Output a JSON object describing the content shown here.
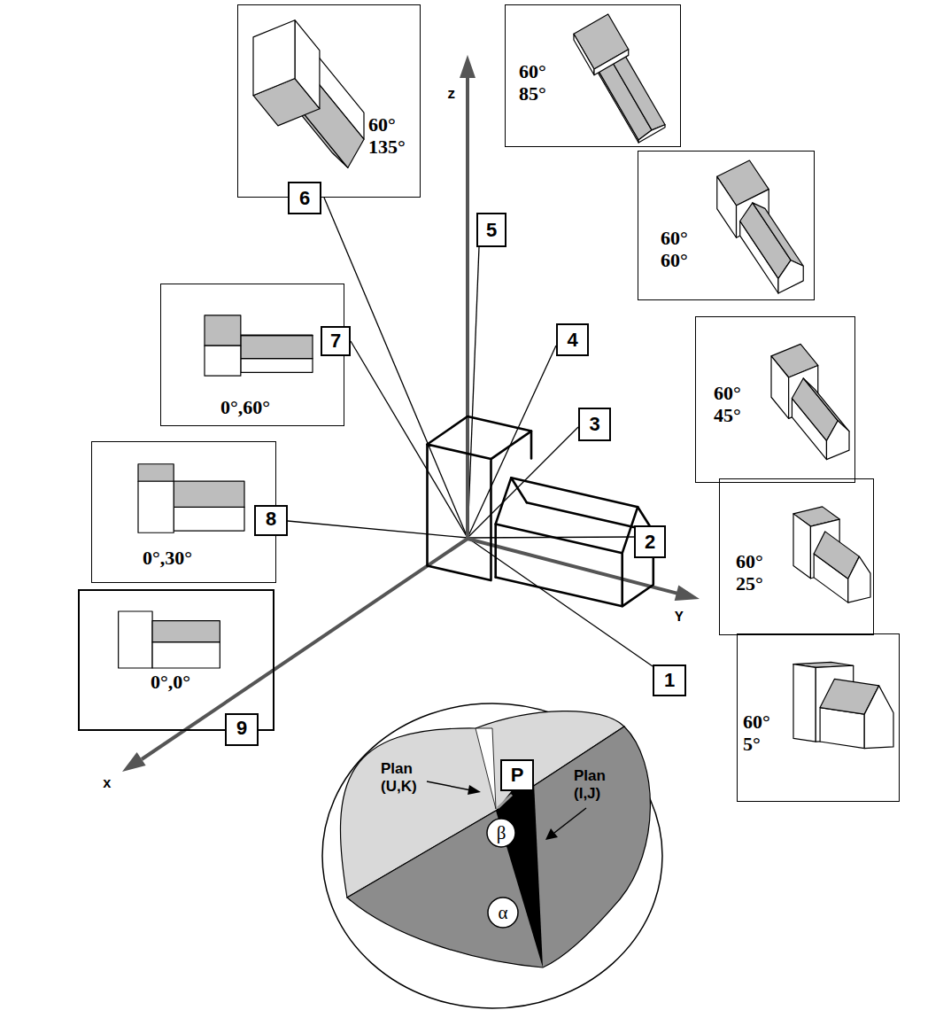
{
  "diagram": {
    "nodes": [
      {
        "text": [
          "60° 135°"
        ]
      },
      {
        "text": [
          "6"
        ]
      },
      {
        "text": [
          "60° 85°"
        ]
      },
      {
        "text": [
          "5"
        ]
      },
      {
        "text": [
          "60° 60°"
        ]
      },
      {
        "text": [
          "4"
        ]
      },
      {
        "text": [
          "0°,60°"
        ]
      },
      {
        "text": [
          "7"
        ]
      },
      {
        "text": [
          "60° 45°"
        ]
      },
      {
        "text": [
          "3"
        ]
      },
      {
        "text": [
          "0°,30°"
        ]
      },
      {
        "text": [
          "8"
        ]
      },
      {
        "text": [
          "2"
        ]
      },
      {
        "text": [
          "60° 25°"
        ]
      },
      {
        "text": [
          "0°,0°"
        ]
      },
      {
        "text": [
          "1"
        ]
      },
      {
        "text": [
          "9"
        ]
      },
      {
        "text": [
          "P"
        ]
      },
      {
        "text": [
          "β"
        ]
      },
      {
        "text": [
          "60° 5°"
        ]
      },
      {
        "text": [
          "α"
        ]
      }
    ],
    "labels": [
      "z",
      "Y",
      "x",
      "Plan (U,K)",
      "Plan (I,J)"
    ]
  }
}
